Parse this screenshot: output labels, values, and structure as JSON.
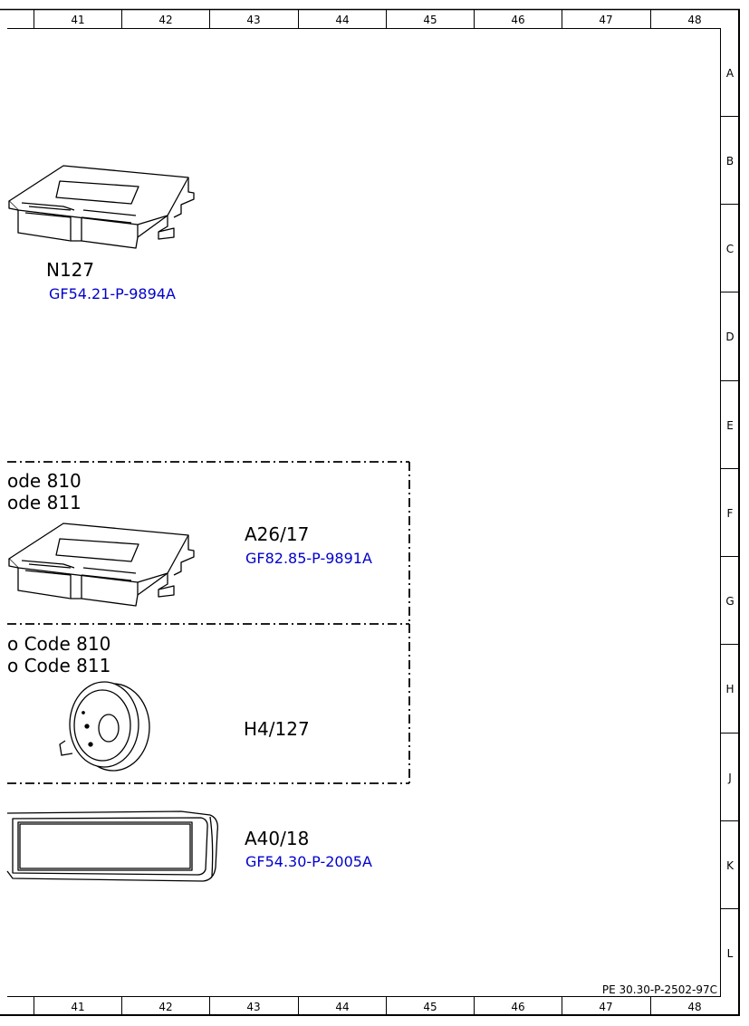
{
  "columns": [
    "41",
    "42",
    "43",
    "44",
    "45",
    "46",
    "47",
    "48"
  ],
  "rows": [
    "A",
    "B",
    "C",
    "D",
    "E",
    "F",
    "G",
    "H",
    "J",
    "K",
    "L"
  ],
  "document_ref": "PE 30.30-P-2502-97C",
  "components": {
    "n127": {
      "label": "N127",
      "link": "GF54.21-P-9894A"
    },
    "a26_17": {
      "label": "A26/17",
      "link": "GF82.85-P-9891A"
    },
    "h4_127": {
      "label": "H4/127"
    },
    "a40_18": {
      "label": "A40/18",
      "link": "GF54.30-P-2005A"
    }
  },
  "groups": {
    "upper": {
      "line1": "ode 810",
      "line2": "ode 811"
    },
    "lower": {
      "line1": "o Code 810",
      "line2": "o Code 811"
    }
  }
}
